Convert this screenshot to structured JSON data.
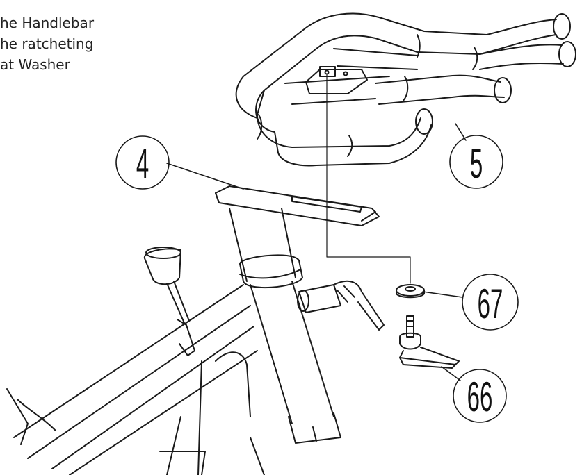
{
  "instructions": [
    "he Handlebar",
    "he ratcheting",
    "at Washer"
  ],
  "callouts": {
    "c4": "4",
    "c5": "5",
    "c67": "67",
    "c66": "66"
  },
  "parts": {
    "handlebar": "5",
    "mount_plate": "4",
    "flat_washer": "67",
    "ratchet_handle": "66"
  }
}
